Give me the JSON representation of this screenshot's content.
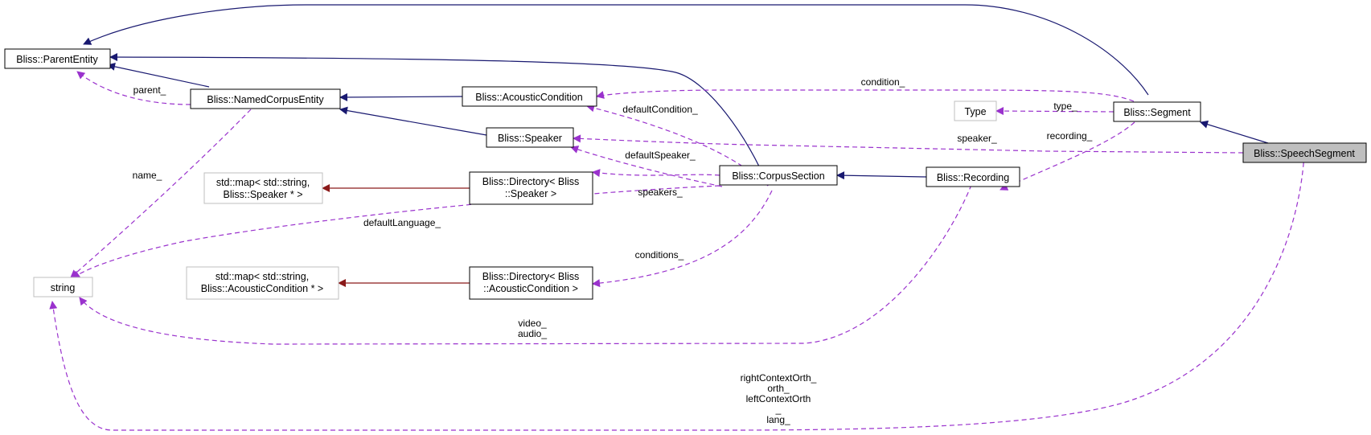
{
  "colors": {
    "inheritance": "#191970",
    "usage": "#9a32cd",
    "template": "#8b1a1a",
    "focus_fill": "#bfbfbf",
    "external_border": "#bfbfbf"
  },
  "nodes": {
    "parent_entity": {
      "lines": [
        "Bliss::ParentEntity"
      ]
    },
    "named_corpus_entity": {
      "lines": [
        "Bliss::NamedCorpusEntity"
      ]
    },
    "acoustic_condition": {
      "lines": [
        "Bliss::AcousticCondition"
      ]
    },
    "speaker": {
      "lines": [
        "Bliss::Speaker"
      ]
    },
    "map_speaker": {
      "lines": [
        "std::map< std::string,",
        "Bliss::Speaker * >"
      ]
    },
    "dir_speaker": {
      "lines": [
        "Bliss::Directory< Bliss",
        "::Speaker >"
      ]
    },
    "corpus_section": {
      "lines": [
        "Bliss::CorpusSection"
      ]
    },
    "string": {
      "lines": [
        "string"
      ]
    },
    "map_acoustic": {
      "lines": [
        "std::map< std::string,",
        "Bliss::AcousticCondition * >"
      ]
    },
    "dir_acoustic": {
      "lines": [
        "Bliss::Directory< Bliss",
        "::AcousticCondition >"
      ]
    },
    "type": {
      "lines": [
        "Type"
      ]
    },
    "segment": {
      "lines": [
        "Bliss::Segment"
      ]
    },
    "recording": {
      "lines": [
        "Bliss::Recording"
      ]
    },
    "speech_segment": {
      "lines": [
        "Bliss::SpeechSegment"
      ]
    }
  },
  "edge_labels": {
    "parent": [
      "parent_"
    ],
    "name": [
      "name_"
    ],
    "condition": [
      "condition_"
    ],
    "type": [
      "type_"
    ],
    "recording": [
      "recording_"
    ],
    "default_condition": [
      "defaultCondition_"
    ],
    "speaker": [
      "speaker_"
    ],
    "default_speaker": [
      "defaultSpeaker_"
    ],
    "speakers": [
      "speakers_"
    ],
    "default_language": [
      "defaultLanguage_"
    ],
    "conditions": [
      "conditions_"
    ],
    "video_audio": [
      "video_",
      "audio_"
    ],
    "speech_strings": [
      "rightContextOrth_",
      "orth_",
      "leftContextOrth",
      "_",
      "lang_"
    ]
  }
}
